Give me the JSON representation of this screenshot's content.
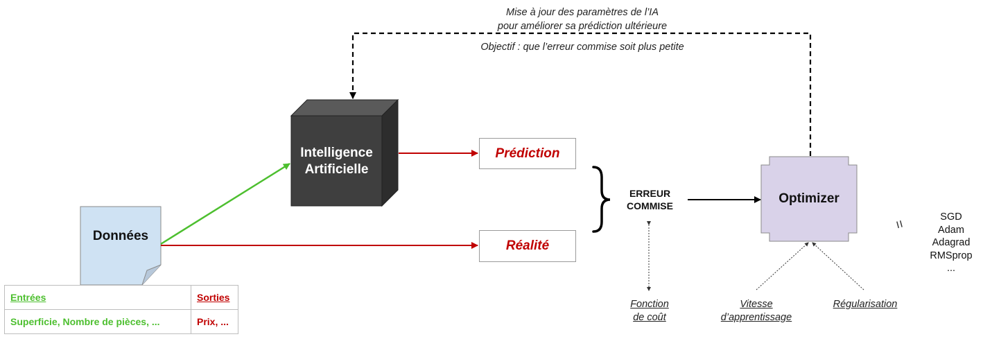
{
  "feedback": {
    "line1": "Mise à jour des paramètres de l’IA",
    "line2": "pour améliorer sa prédiction ultérieure",
    "objective": "Objectif : que l’erreur commise soit plus petite"
  },
  "ai_box": {
    "line1": "Intelligence",
    "line2": "Artificielle"
  },
  "prediction_label": "Prédiction",
  "reality_label": "Réalité",
  "data_doc_label": "Données",
  "error": {
    "line1": "ERREUR",
    "line2": "COMMISE"
  },
  "optimizer_label": "Optimizer",
  "equals_sign": "=",
  "optimizers": [
    "SGD",
    "Adam",
    "Adagrad",
    "RMSprop",
    "..."
  ],
  "factors": {
    "loss": {
      "line1": "Fonction",
      "line2": "de coût"
    },
    "learning_rate": {
      "line1": "Vitesse",
      "line2": "d’apprentissage"
    },
    "regularization": "Régularisation"
  },
  "io_table": {
    "inputs_header": "Entrées",
    "outputs_header": "Sorties",
    "inputs_value": "Superficie, Nombre de pièces, ...",
    "outputs_value": "Prix, ..."
  },
  "colors": {
    "green": "#4dbf2f",
    "red": "#c00000",
    "ai_box": "#3f3f3f",
    "document": "#cfe2f3",
    "optimizer": "#d9d2e9"
  }
}
